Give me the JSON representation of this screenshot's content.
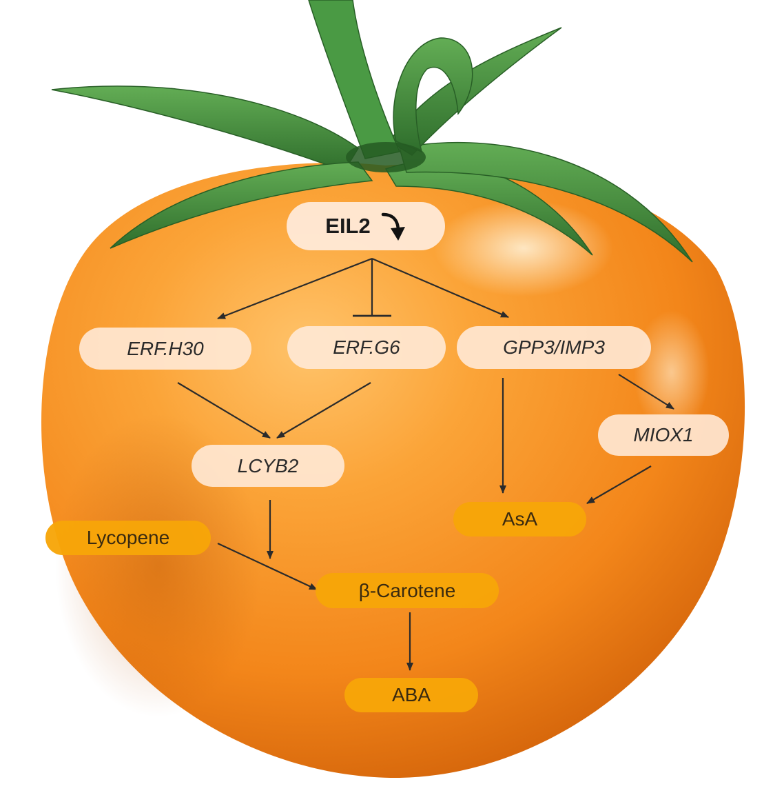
{
  "diagram": {
    "background_icon": "tomato-fruit-with-stem-icon",
    "colors": {
      "gene_node_fill": "#ffe9d6",
      "metabolite_node_fill": "#f7a608",
      "arrow": "#2b2b2b",
      "tomato_body": "#f68f1c",
      "sepal_green": "#4e9a47"
    },
    "nodes": {
      "eil2": {
        "label": "EIL2",
        "indicator_icon": "curved-down-arrow-icon"
      },
      "erf_h30": {
        "label": "ERF.H30"
      },
      "erf_g6": {
        "label": "ERF.G6"
      },
      "gpp3_imp3": {
        "label": "GPP3/IMP3"
      },
      "miox1": {
        "label": "MIOX1"
      },
      "lcyb2": {
        "label": "LCYB2"
      },
      "asa": {
        "label": "AsA"
      },
      "lycopene": {
        "label": "Lycopene"
      },
      "beta_carotene": {
        "label": "β-Carotene"
      },
      "aba": {
        "label": "ABA"
      }
    },
    "edges": [
      {
        "from": "eil2",
        "to": "erf_h30",
        "type": "activation"
      },
      {
        "from": "eil2",
        "to": "erf_g6",
        "type": "inhibition"
      },
      {
        "from": "eil2",
        "to": "gpp3_imp3",
        "type": "activation"
      },
      {
        "from": "erf_h30",
        "to": "lcyb2",
        "type": "activation"
      },
      {
        "from": "erf_g6",
        "to": "lcyb2",
        "type": "activation"
      },
      {
        "from": "gpp3_imp3",
        "to": "asa",
        "type": "activation"
      },
      {
        "from": "gpp3_imp3",
        "to": "miox1",
        "type": "activation"
      },
      {
        "from": "miox1",
        "to": "asa",
        "type": "activation"
      },
      {
        "from": "lcyb2",
        "to": "beta_carotene",
        "type": "activation"
      },
      {
        "from": "lycopene",
        "to": "beta_carotene",
        "type": "activation"
      },
      {
        "from": "beta_carotene",
        "to": "aba",
        "type": "activation"
      }
    ]
  }
}
